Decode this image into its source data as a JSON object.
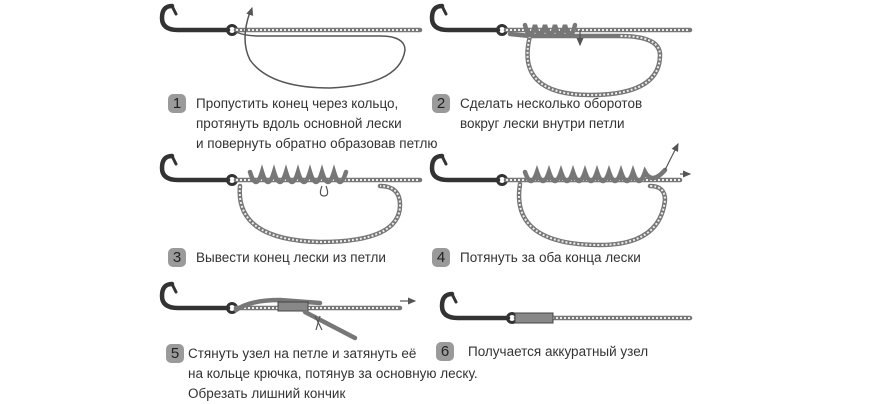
{
  "steps": [
    {
      "number": "1",
      "lines": [
        "Пропустить конец через кольцо,",
        "протянуть вдоль основной лески",
        "и повернуть обратно образовав петлю"
      ]
    },
    {
      "number": "2",
      "lines": [
        "Сделать несколько оборотов",
        "вокруг лески внутри петли"
      ]
    },
    {
      "number": "3",
      "lines": [
        "Вывести конец лески из петли"
      ]
    },
    {
      "number": "4",
      "lines": [
        "Потянуть за оба конца лески"
      ]
    },
    {
      "number": "5",
      "lines": [
        "Стянуть узел на петле и затянуть её",
        "на кольце крючка, потянув за основную леску.",
        "Обрезать лишний кончик"
      ]
    },
    {
      "number": "6",
      "lines": [
        "Получается аккуратный узел"
      ]
    }
  ]
}
